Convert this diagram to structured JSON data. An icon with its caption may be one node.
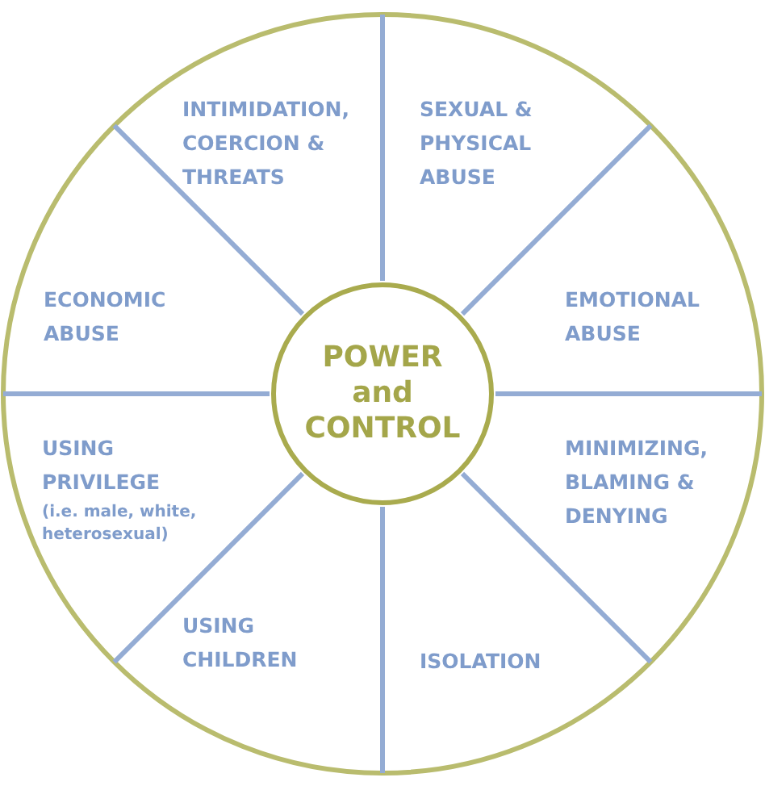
{
  "diagram": {
    "nodes": [
      {
        "text": [],
        "shape": "circle"
      },
      {
        "text": [
          "INTIMIDATION, COERCION & THREATS"
        ],
        "in": 0
      },
      {
        "text": [
          "SEXUAL & PHYSICAL ABUSE"
        ],
        "in": 0
      },
      {
        "text": [
          "ECONOMIC ABUSE"
        ],
        "in": 0
      },
      {
        "text": [
          "EMOTIONAL ABUSE"
        ],
        "in": 0
      },
      {
        "text": [
          "POWER and CONTROL"
        ],
        "in": 0
      },
      {
        "text": [
          "USING PRIVILEGE",
          "(i.e. male, white, heterosexual)"
        ],
        "in": 0
      },
      {
        "text": [
          "MINIMIZING, BLAMING & DENYING"
        ],
        "in": 0
      },
      {
        "text": [
          "USING CHILDREN"
        ],
        "in": 0
      },
      {
        "text": [
          "ISOLATION"
        ],
        "in": 0
      }
    ]
  }
}
